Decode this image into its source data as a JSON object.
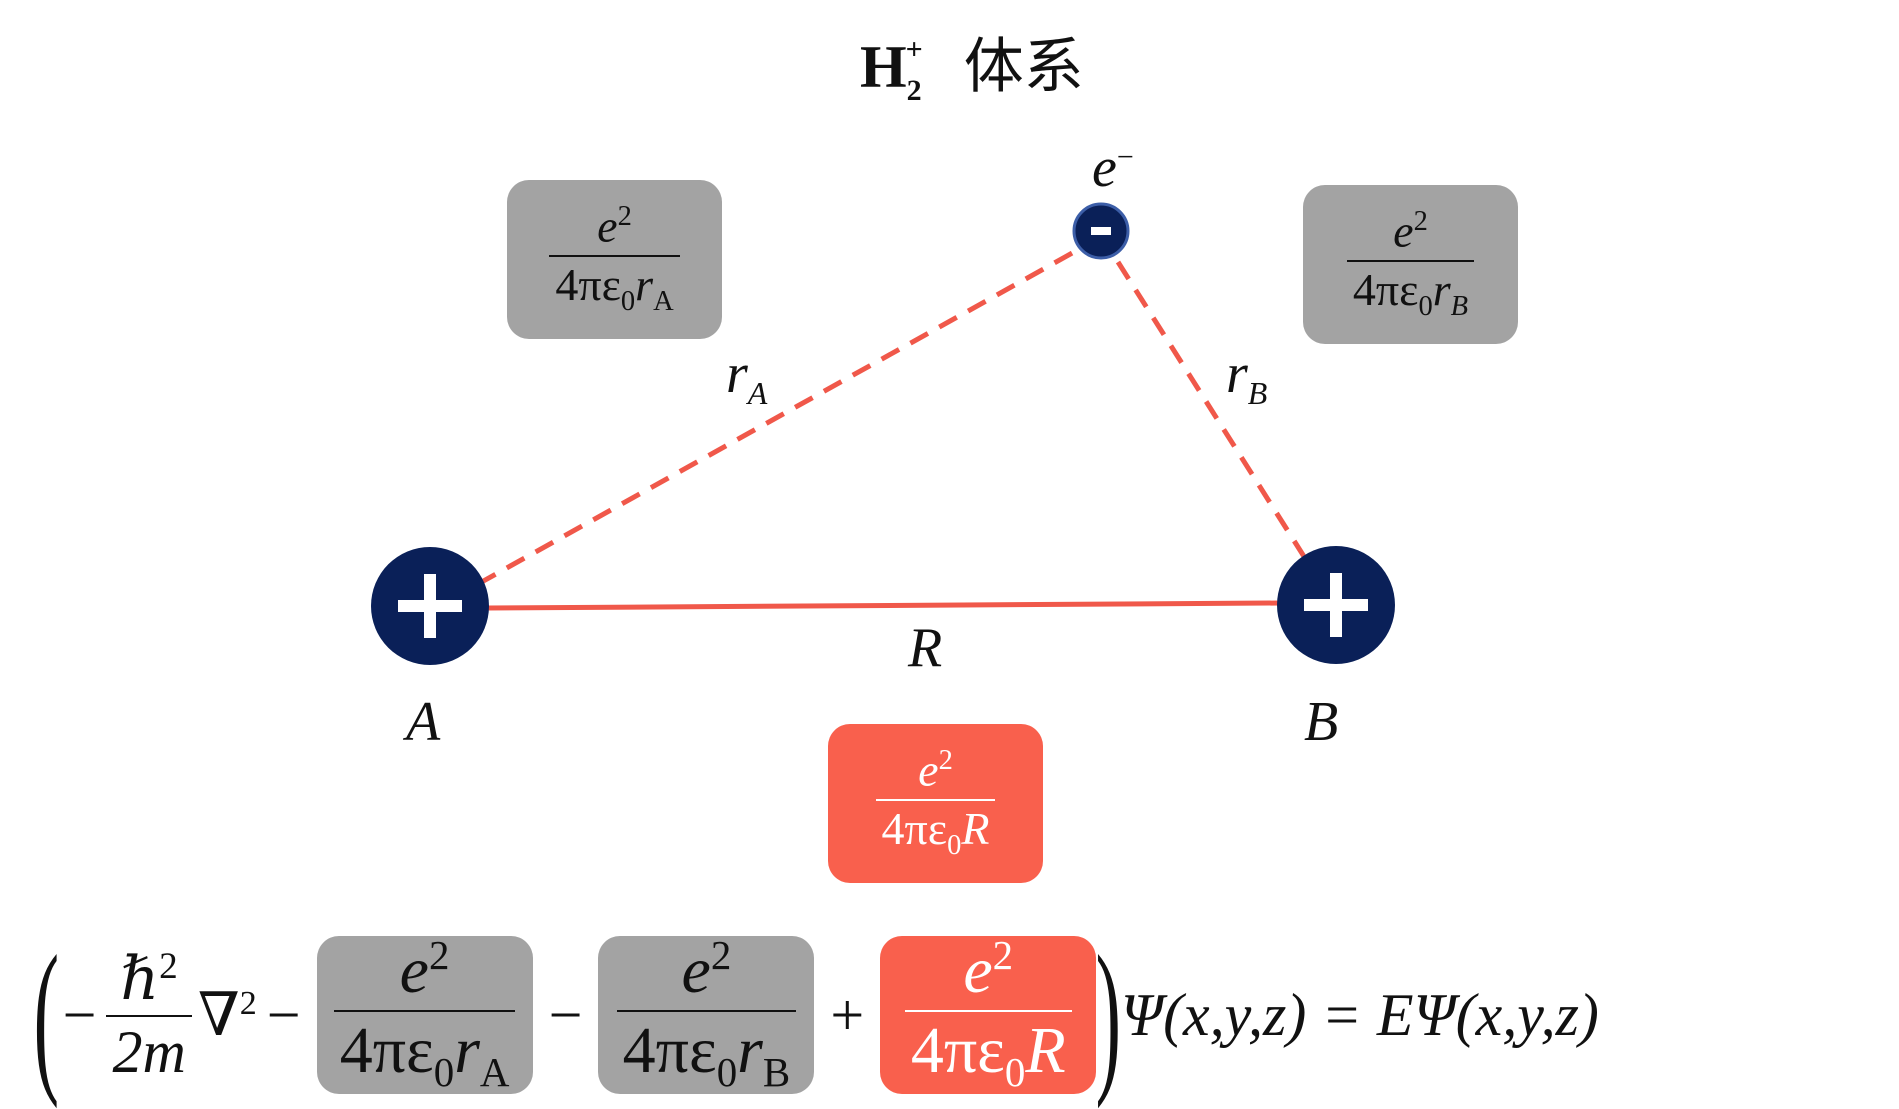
{
  "title": {
    "main": "H",
    "sub": "2",
    "sup": "+",
    "cjk": "体系"
  },
  "labels": {
    "electron": {
      "base": "e",
      "sup": "−"
    },
    "nucleus_a": "A",
    "nucleus_b": "B",
    "distance_r": "R",
    "r_a": {
      "base": "r",
      "sub": "A"
    },
    "r_b": {
      "base": "r",
      "sub": "B"
    }
  },
  "charges": {
    "nucleus": "+",
    "electron": "-"
  },
  "boxes": {
    "attr_a": {
      "num_base": "e",
      "num_sup": "2",
      "den_prefix": "4πε",
      "den_sub0": "0",
      "den_var": "r",
      "den_sub": "A"
    },
    "attr_b": {
      "num_base": "e",
      "num_sup": "2",
      "den_prefix": "4πε",
      "den_sub0": "0",
      "den_var": "r",
      "den_sub": "B"
    },
    "repul": {
      "num_base": "e",
      "num_sup": "2",
      "den_prefix": "4πε",
      "den_sub0": "0",
      "den_var": "R"
    }
  },
  "equation": {
    "open_paren": "(",
    "minus1": "−",
    "hbar_num": "ℏ",
    "hbar_sup": "2",
    "hbar_den": "2m",
    "nabla": "∇",
    "nabla_sup": "2",
    "minus2": "−",
    "box1": {
      "num": "e",
      "sup": "2",
      "den_prefix": "4πε",
      "den_sub0": "0",
      "den_var": "r",
      "den_sub": "A"
    },
    "minus3": "−",
    "box2": {
      "num": "e",
      "sup": "2",
      "den_prefix": "4πε",
      "den_sub0": "0",
      "den_var": "r",
      "den_sub": "B"
    },
    "plus": "+",
    "box3": {
      "num": "e",
      "sup": "2",
      "den_prefix": "4πε",
      "den_sub0": "0",
      "den_var": "R"
    },
    "close_paren": ")",
    "rhs": "Ψ(x,y,z) = EΨ(x,y,z)"
  },
  "colors": {
    "navy": "#0a2058",
    "line_red": "#f0584a",
    "box_gray": "#a3a3a3",
    "box_red": "#f9604d"
  }
}
